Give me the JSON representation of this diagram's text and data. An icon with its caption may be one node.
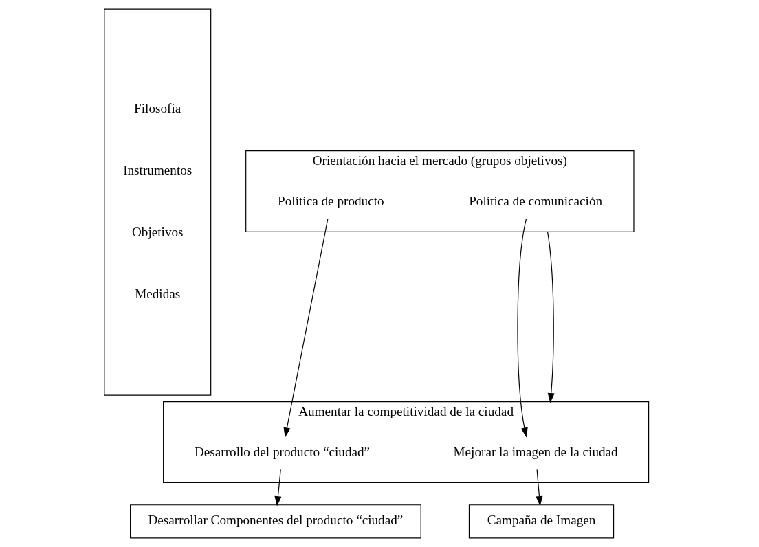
{
  "diagram": {
    "nodes": [
      {
        "text": [
          "Filosofía",
          "Instrumentos",
          "Objetivos",
          "Medidas"
        ]
      },
      {
        "text": [
          "Orientación hacia el mercado (grupos objetivos)"
        ]
      },
      {
        "text": [
          "Política de comunicación"
        ],
        "in": 1
      },
      {
        "text": [
          "Política de producto"
        ],
        "in": 1
      },
      {
        "text": [
          "Aumentar la competitividad de la ciudad"
        ]
      },
      {
        "text": [
          "Mejorar la imagen de la ciudad"
        ],
        "in": 4
      },
      {
        "text": [
          "Desarrollo del producto “ciudad”"
        ],
        "in": 4
      },
      {
        "text": [
          "Campaña de Imagen"
        ]
      },
      {
        "text": [
          "Desarrollar Componentes del producto “ciudad”"
        ]
      }
    ],
    "edges": [
      {
        "from": 2,
        "to": 5,
        "arrow": "to"
      },
      {
        "from": 1,
        "to": 4,
        "arrow": "to"
      },
      {
        "from": 3,
        "to": 6,
        "arrow": "to"
      },
      {
        "from": 5,
        "to": 7,
        "arrow": "to"
      },
      {
        "from": 6,
        "to": 8,
        "arrow": "to"
      }
    ]
  }
}
